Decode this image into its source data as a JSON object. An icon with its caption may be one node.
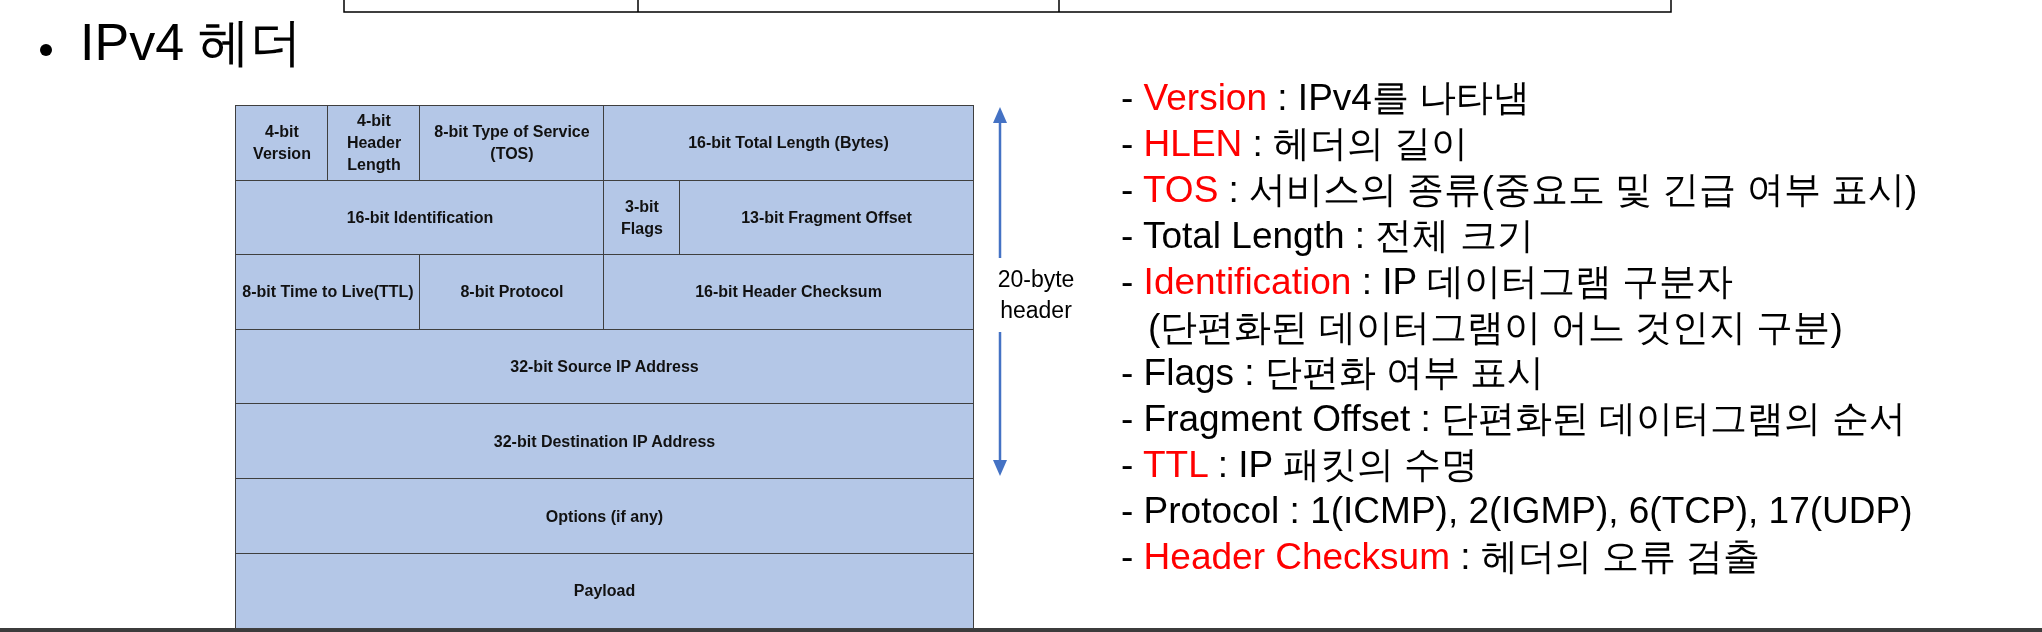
{
  "diagram": {
    "title": "IPv4 헤더",
    "nodes": [
      {
        "text": [
          "4-bit Version"
        ]
      },
      {
        "text": [
          "4-bit Header Length"
        ]
      },
      {
        "text": [
          "8-bit Type of Service (TOS)"
        ]
      },
      {
        "text": [
          "16-bit Total Length (Bytes)"
        ]
      },
      {
        "text": [
          "16-bit Identification"
        ]
      },
      {
        "text": [
          "3-bit Flags"
        ]
      },
      {
        "text": [
          "13-bit Fragment Offset"
        ]
      },
      {
        "text": [
          "8-bit Time to Live(TTL)"
        ]
      },
      {
        "text": [
          "8-bit Protocol"
        ]
      },
      {
        "text": [
          "16-bit Header Checksum"
        ]
      },
      {
        "text": [
          "32-bit Source IP Address"
        ]
      },
      {
        "text": [
          "32-bit Destination IP Address"
        ]
      },
      {
        "text": [
          "Options (if any)"
        ]
      },
      {
        "text": [
          "Payload"
        ]
      }
    ],
    "labels": [
      "20-byte header",
      "- **Version** : IPv4를 나타냄",
      "- **HLEN** : 헤더의 길이",
      "- **TOS** : 서비스의 종류(중요도 및 긴급 여부 표시)",
      "- Total Length : 전체 크기",
      "- **Identification** : IP 데이터그램 구분자 (단편화된 데이터그램이 어느 것인지 구분)",
      "- Flags : 단편화 여부 표시",
      "- Fragment Offset : 단편화된 데이터그램의 순서",
      "- **TTL** : IP 패킷의 수명",
      "- Protocol : 1(ICMP), 2(IGMP), 6(TCP), 17(UDP)",
      "- **Header Checksum** : 헤더의 오류 검출"
    ]
  }
}
